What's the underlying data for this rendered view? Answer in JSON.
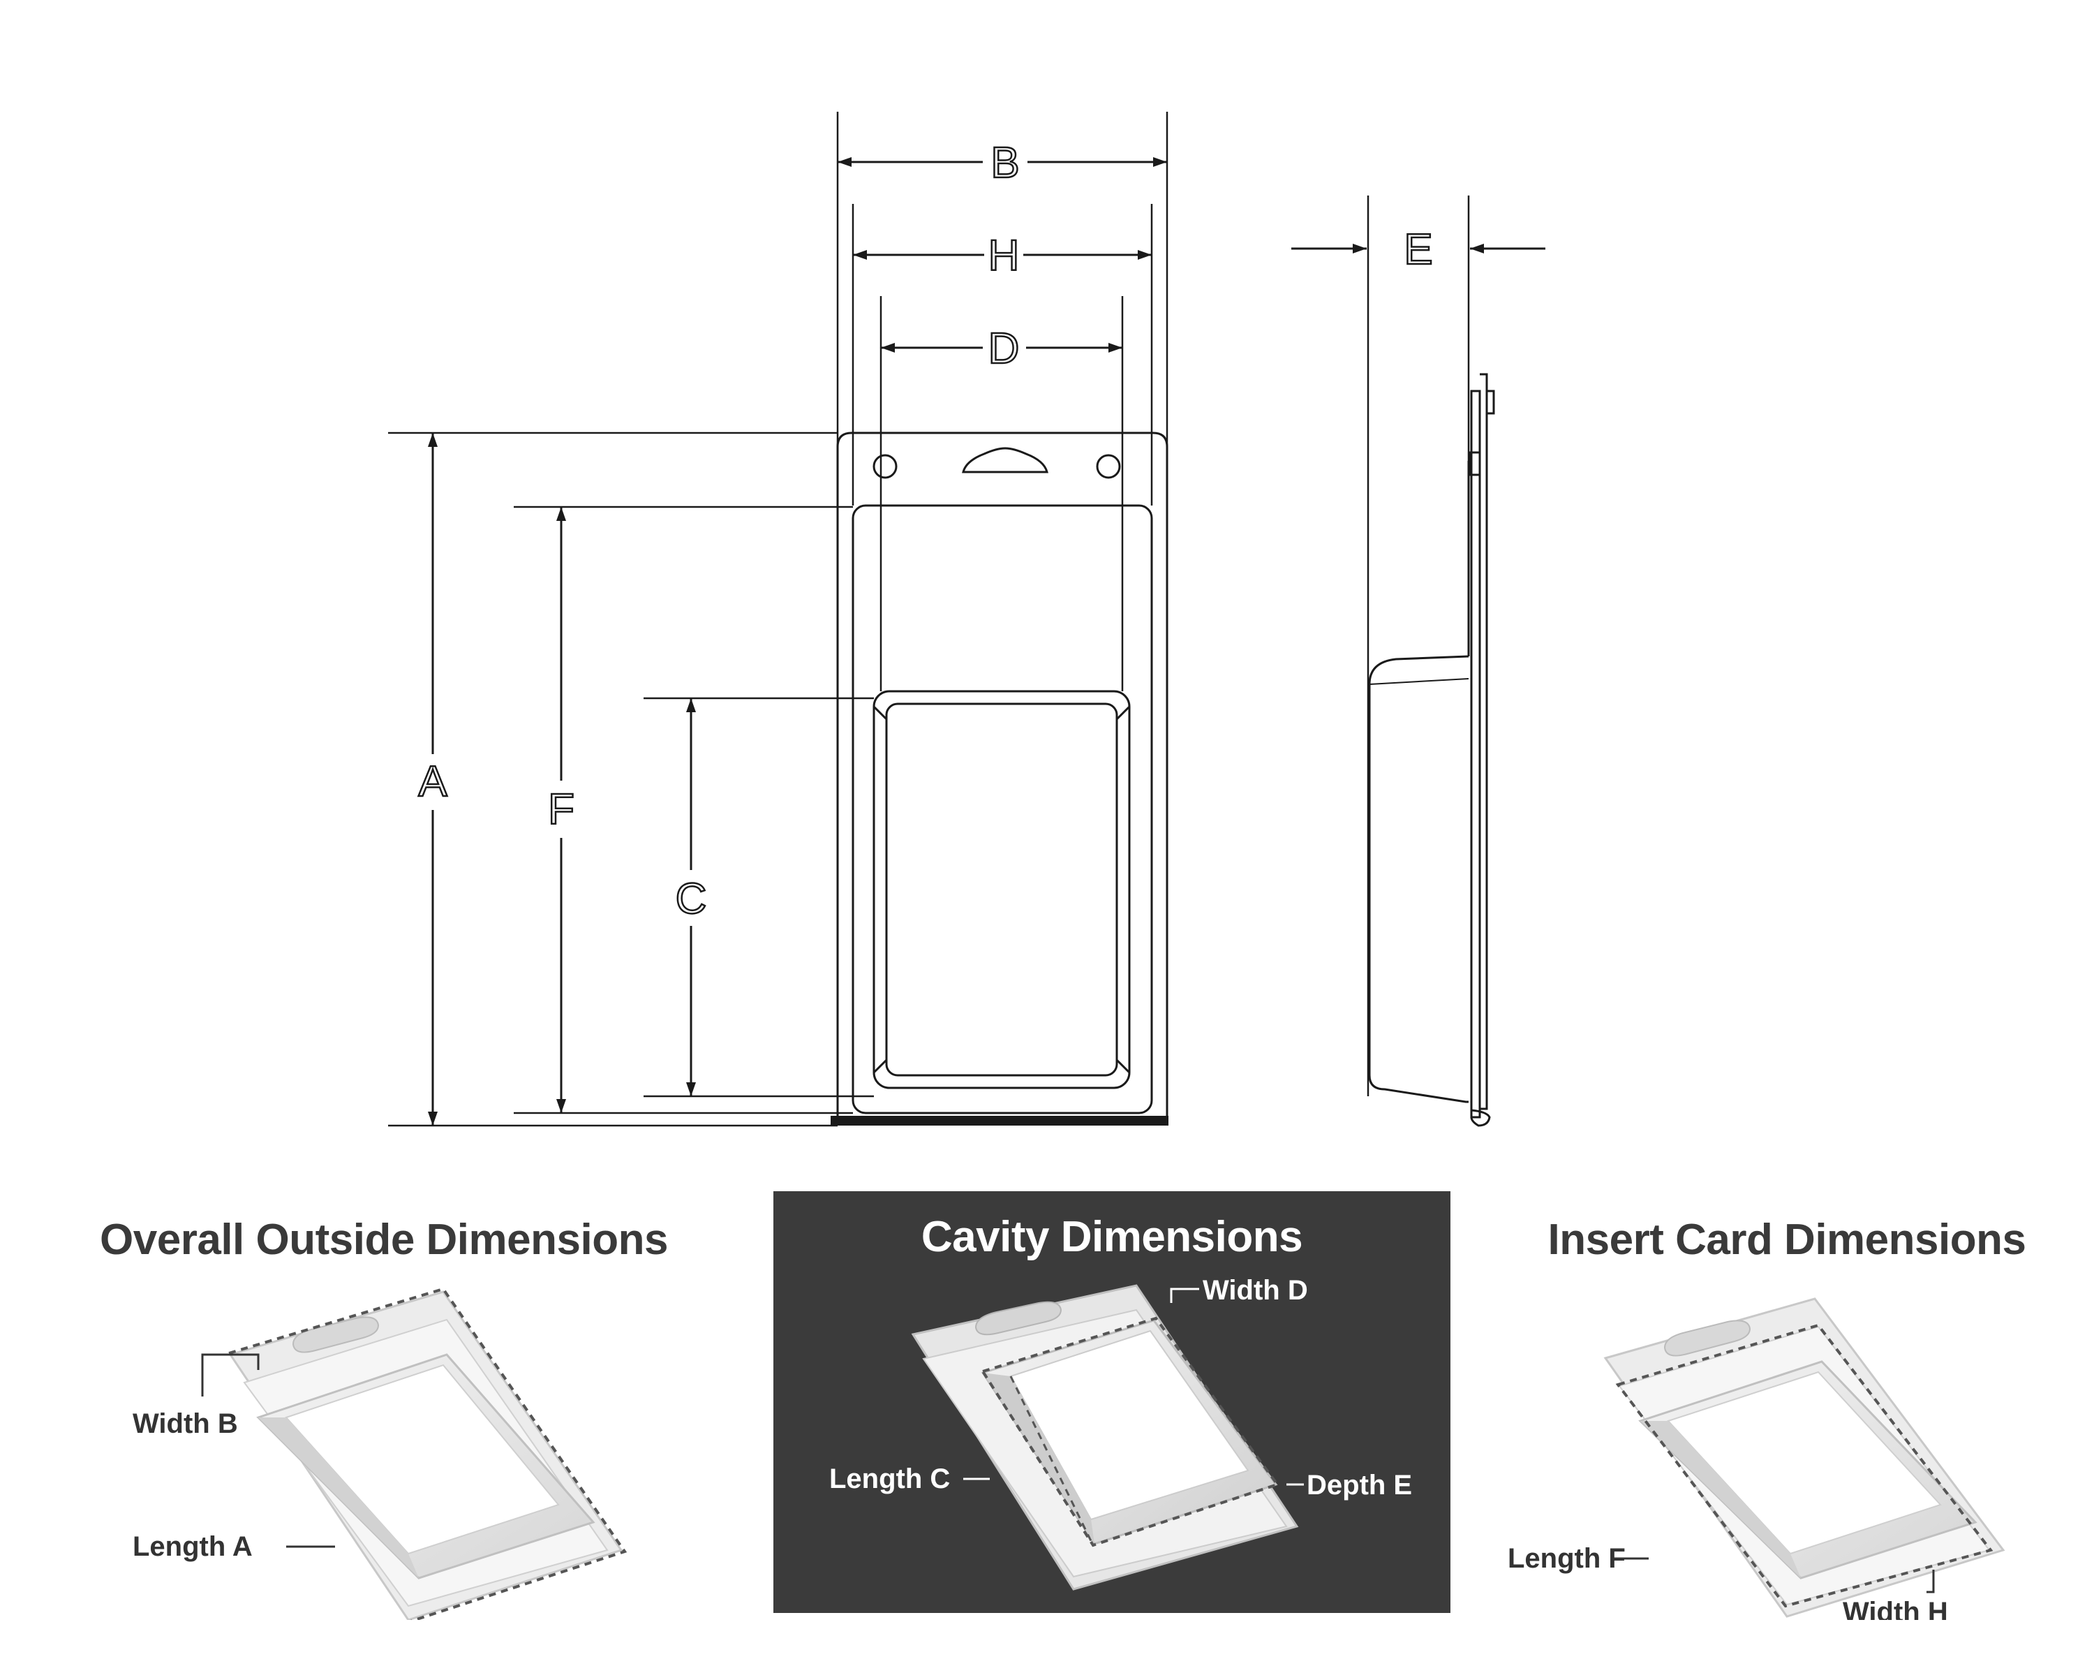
{
  "drawing": {
    "dim_labels": {
      "A": "A",
      "B": "B",
      "C": "C",
      "D": "D",
      "E": "E",
      "F": "F",
      "H": "H"
    }
  },
  "panels": {
    "overall": {
      "title": "Overall Outside Dimensions",
      "callouts": {
        "width": "Width B",
        "length": "Length A"
      }
    },
    "cavity": {
      "title": "Cavity Dimensions",
      "callouts": {
        "width": "Width D",
        "length": "Length C",
        "depth": "Depth E"
      }
    },
    "insert": {
      "title": "Insert Card Dimensions",
      "callouts": {
        "length": "Length F",
        "width": "Width H"
      }
    }
  },
  "colors": {
    "line": "#1a1a1a",
    "title_dark": "#3a3a3a",
    "cavity_panel_bg": "#3b3b3b",
    "dashed": "#555555"
  }
}
